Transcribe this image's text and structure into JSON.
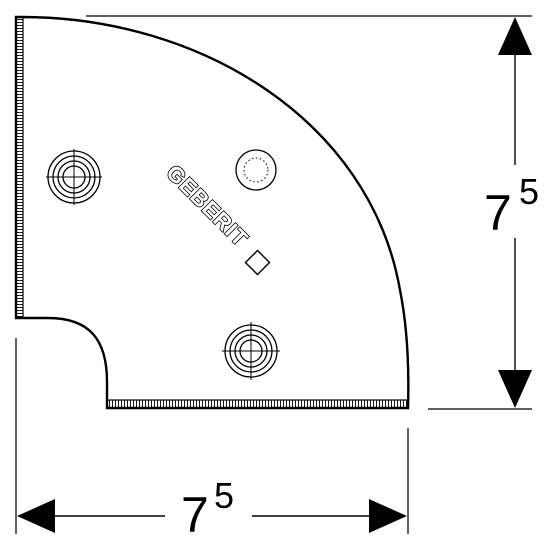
{
  "brand": {
    "logo_text": "GEBERIT"
  },
  "dimensions": {
    "height": {
      "base": "7",
      "sup": "5"
    },
    "width": {
      "base": "7",
      "sup": "5"
    }
  },
  "colors": {
    "line": "#000000",
    "fill": "#ffffff"
  }
}
